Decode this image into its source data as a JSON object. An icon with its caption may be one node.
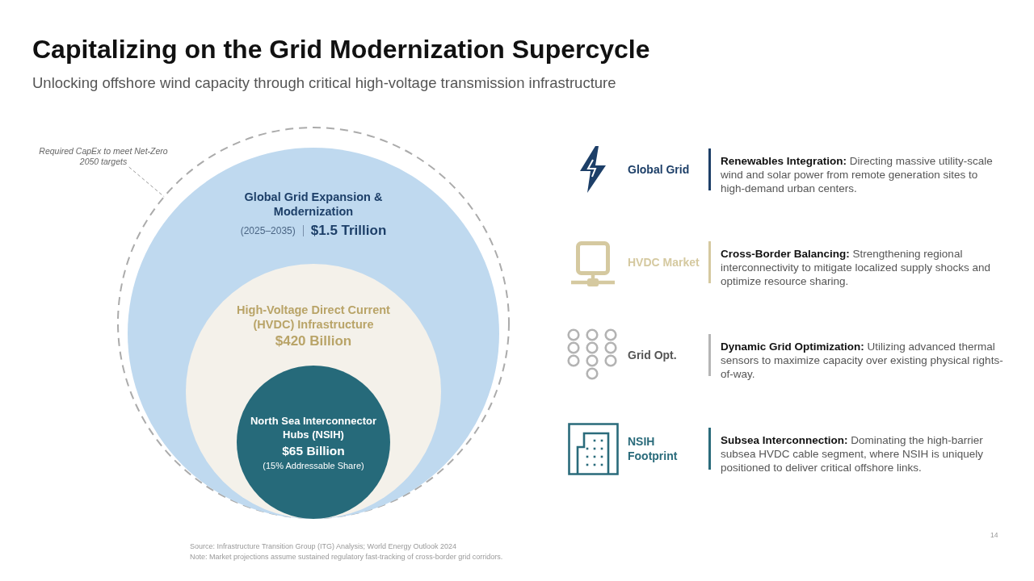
{
  "diagram": {
    "title": "Capitalizing on the Grid Modernization Supercycle",
    "nodes": [
      {
        "text": [
          "Required CapEx to meet Net-Zero 2050 targets"
        ]
      },
      {
        "text": [],
        "shape": "circle"
      },
      {
        "text": [
          "Global Grid Expansion & Modernization",
          "(2025–2035)",
          "$1.5 Trillion"
        ],
        "in": 1
      },
      {
        "text": [
          "High-Voltage Direct Current (HVDC) Infrastructure",
          "$420 Billion"
        ],
        "in": 2
      },
      {
        "text": [
          "North Sea Interconnector Hubs (NSIH)",
          "$65 Billion",
          "(15% Addressable Share)"
        ],
        "in": 3
      }
    ],
    "edges": [
      {
        "from": 0,
        "to": 1,
        "arrow": "none",
        "style": "dashed"
      }
    ],
    "labels": [
      "Unlocking offshore wind capacity through critical high-voltage transmission infrastructure",
      "Global Grid",
      "**Renewables Integration:** Directing massive utility-scale wind and solar power from remote generation sites to high-demand urban centers.",
      "HVDC Market",
      "**Cross-Border Balancing:** Strengthening regional interconnectivity to mitigate localized supply shocks and optimize resource sharing.",
      "Grid Opt.",
      "**Dynamic Grid Optimization:** Utilizing advanced thermal sensors to maximize capacity over existing physical rights-of-way.",
      "NSIH Footprint",
      "**Subsea Interconnection:** Dominating the high-barrier subsea HVDC cable segment, where NSIH is uniquely positioned to deliver critical offshore links.",
      "Source: Infrastructure Transition Group (ITG) Analysis; World Energy Outlook 2024",
      "Note: Market projections assume sustained regulatory fast-tracking of cross-border grid corridors.",
      "14"
    ]
  }
}
